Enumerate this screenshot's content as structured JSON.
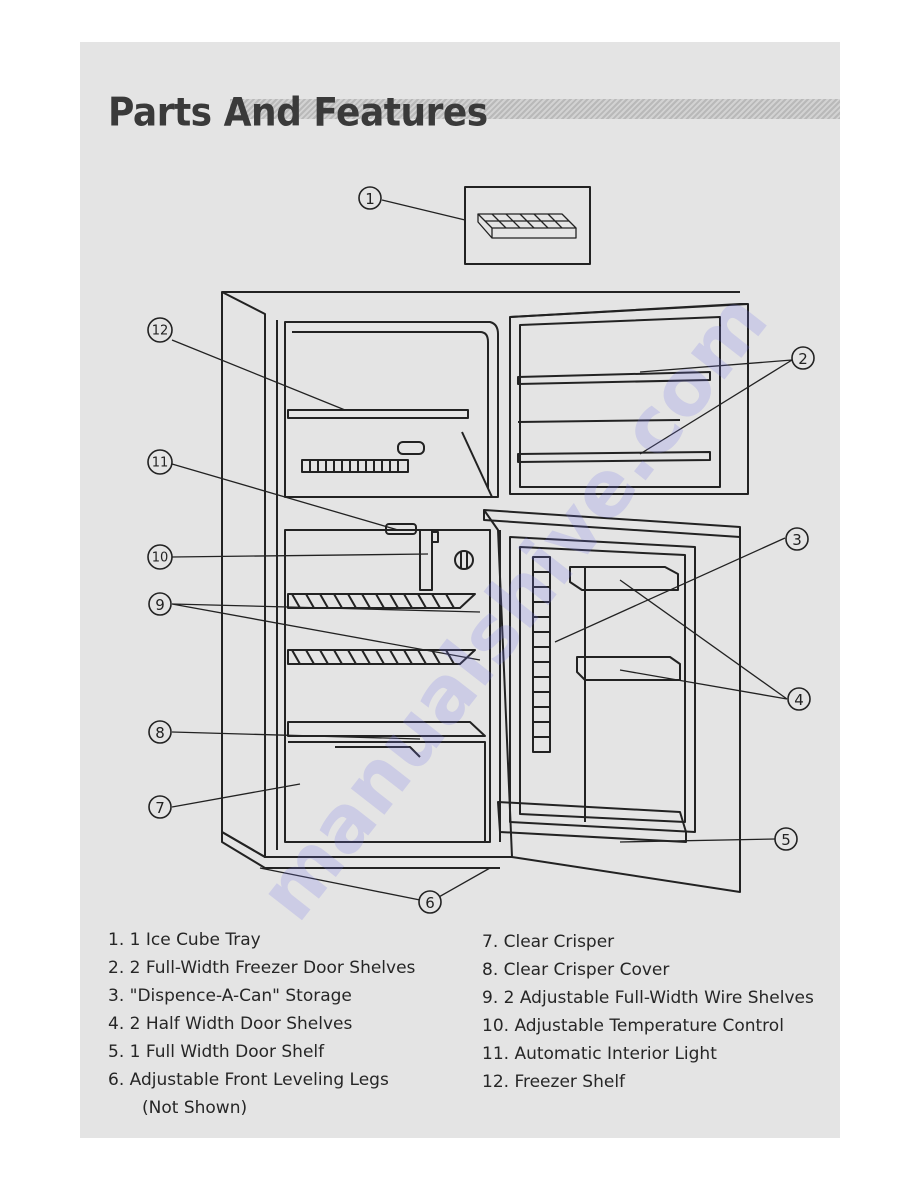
{
  "title": "Parts And Features",
  "watermark": "manualshive.com",
  "callouts": [
    "1",
    "2",
    "3",
    "4",
    "5",
    "6",
    "7",
    "8",
    "9",
    "10",
    "11",
    "12"
  ],
  "legend_left": [
    "1.  1 Ice Cube Tray",
    "2.  2 Full-Width Freezer Door Shelves",
    "3.  \"Dispence-A-Can\" Storage",
    "4.  2 Half Width Door Shelves",
    "5.  1 Full Width Door Shelf",
    "6.  Adjustable Front Leveling Legs"
  ],
  "legend_left_cont": "(Not Shown)",
  "legend_right": [
    "7.  Clear Crisper",
    "8.  Clear Crisper Cover",
    "9.  2 Adjustable Full-Width Wire Shelves",
    "10.  Adjustable Temperature Control",
    "11. Automatic Interior Light",
    "12. Freezer Shelf"
  ]
}
